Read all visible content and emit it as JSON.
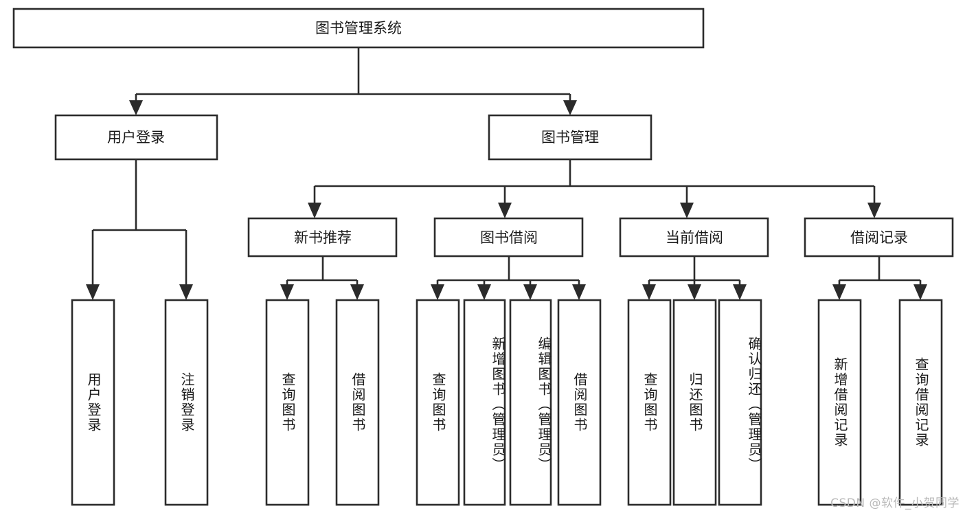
{
  "diagram": {
    "title": "图书管理系统",
    "type": "tree-hierarchy",
    "watermark": "CSDN @软件_小贺同学",
    "colors": {
      "stroke": "#2b2b2b",
      "fill": "#ffffff",
      "text": "#1a1a1a",
      "watermark": "#b9b9b9"
    },
    "root": {
      "label": "图书管理系统"
    },
    "level2": [
      {
        "label": "用户登录"
      },
      {
        "label": "图书管理"
      }
    ],
    "level3": [
      {
        "label": "新书推荐"
      },
      {
        "label": "图书借阅"
      },
      {
        "label": "当前借阅"
      },
      {
        "label": "借阅记录"
      }
    ],
    "leaves": {
      "user_login": [
        {
          "label": "用户登录"
        },
        {
          "label": "注销登录"
        }
      ],
      "new_book_recommend": [
        {
          "label": "查询图书"
        },
        {
          "label": "借阅图书"
        }
      ],
      "book_borrow": [
        {
          "label": "查询图书"
        },
        {
          "label": "新增图书（管理员）"
        },
        {
          "label": "编辑图书（管理员）"
        },
        {
          "label": "借阅图书"
        }
      ],
      "current_borrow": [
        {
          "label": "查询图书"
        },
        {
          "label": "归还图书"
        },
        {
          "label": "确认归还（管理员）"
        }
      ],
      "borrow_record": [
        {
          "label": "新增借阅记录"
        },
        {
          "label": "查询借阅记录"
        }
      ]
    }
  }
}
